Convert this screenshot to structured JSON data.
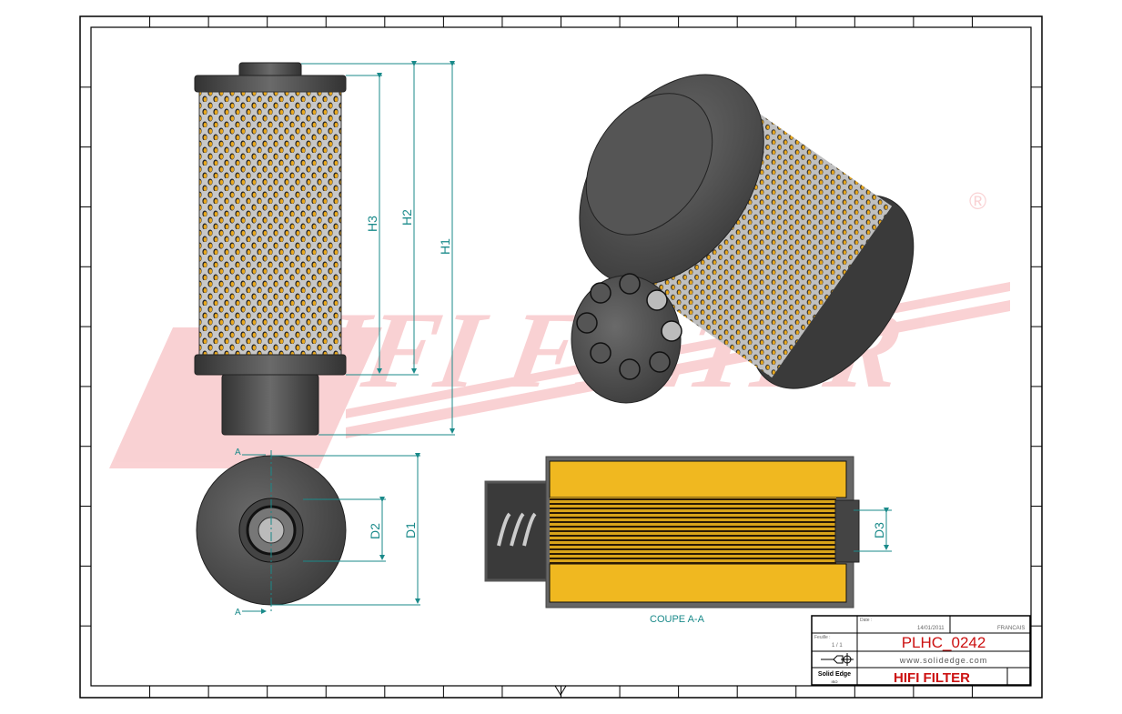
{
  "watermark": {
    "text": "HIFI FILTER",
    "registered": "®",
    "color": "#e8323c"
  },
  "dimensions": {
    "h1": "H1",
    "h2": "H2",
    "h3": "H3",
    "d1": "D1",
    "d2": "D2",
    "d3": "D3",
    "section_mark": "A"
  },
  "section_title": "COUPE A-A",
  "title_block": {
    "date_label": "Date :",
    "date": "14/01/2011",
    "language": "FRANCAIS",
    "sheet_label": "Feuille :",
    "sheet": "1 / 1",
    "part_number": "PLHC_0242",
    "website": "www.solidedge.com",
    "software": "Solid Edge",
    "software_sub": "ISO",
    "brand": "HIFI FILTER"
  },
  "colors": {
    "accent_dim": "#1a8a8a",
    "media": "#f0b820",
    "metal": "#555555",
    "title_red": "#cc1111"
  }
}
